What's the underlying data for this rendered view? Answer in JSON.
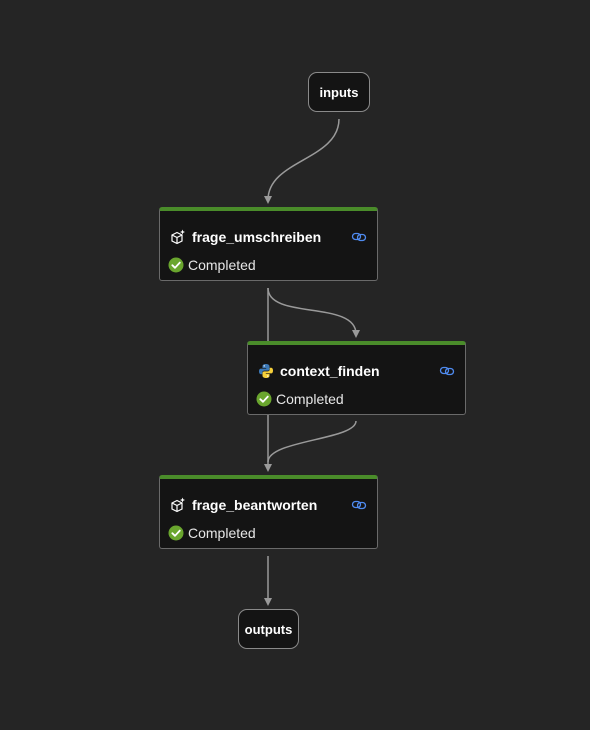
{
  "nodes": {
    "inputs": {
      "label": "inputs"
    },
    "outputs": {
      "label": "outputs"
    },
    "steps": [
      {
        "id": "frage_umschreiben",
        "title": "frage_umschreiben",
        "status": "Completed",
        "icon": "llm-sparkle-icon"
      },
      {
        "id": "context_finden",
        "title": "context_finden",
        "status": "Completed",
        "icon": "python-icon"
      },
      {
        "id": "frage_beantworten",
        "title": "frage_beantworten",
        "status": "Completed",
        "icon": "llm-sparkle-icon"
      }
    ]
  },
  "edges": [
    {
      "from": "inputs",
      "to": "frage_umschreiben"
    },
    {
      "from": "frage_umschreiben",
      "to": "context_finden"
    },
    {
      "from": "frage_umschreiben",
      "to": "frage_beantworten"
    },
    {
      "from": "context_finden",
      "to": "frage_beantworten"
    },
    {
      "from": "frage_beantworten",
      "to": "outputs"
    }
  ],
  "colors": {
    "background": "#252525",
    "node_fill": "#141414",
    "status_bar": "#4a8c2a",
    "completed_check": "#6aa62e",
    "link_icon": "#4f8bf0",
    "edge": "#9a9a9a"
  }
}
